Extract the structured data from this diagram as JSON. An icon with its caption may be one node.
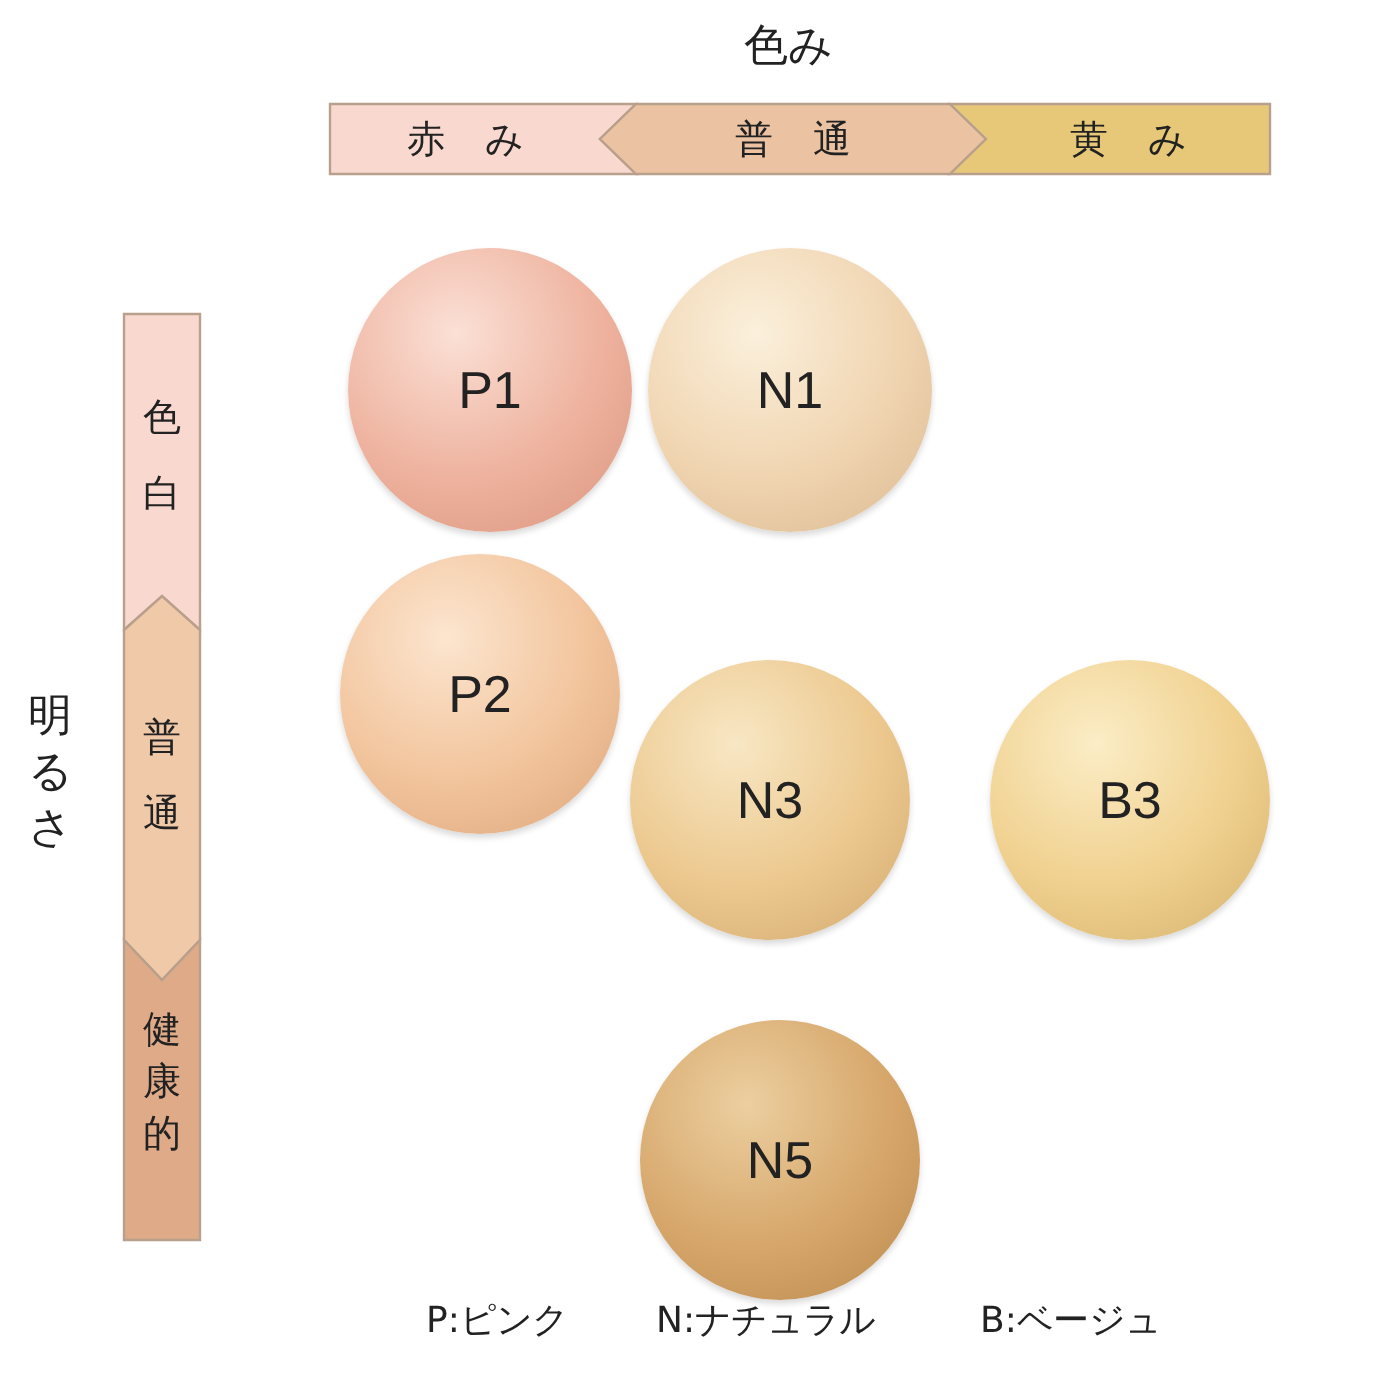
{
  "diagram": {
    "nodes": [
      {
        "text": [
          "赤み"
        ]
      },
      {
        "text": [
          "普通"
        ]
      },
      {
        "text": [
          "黄み"
        ]
      },
      {
        "text": [
          "色白"
        ]
      },
      {
        "text": [
          "普通"
        ]
      },
      {
        "text": [
          "健康的"
        ]
      },
      {
        "text": [
          "P1"
        ]
      },
      {
        "text": [
          "N1"
        ]
      },
      {
        "text": [
          "P2"
        ]
      },
      {
        "text": [
          "N3"
        ]
      },
      {
        "text": [
          "B3"
        ]
      },
      {
        "text": [
          "N5"
        ]
      }
    ],
    "labels": [
      "色み",
      "明るさ",
      "P:ピンク",
      "N:ナチュラル",
      "B:ベージュ"
    ]
  }
}
